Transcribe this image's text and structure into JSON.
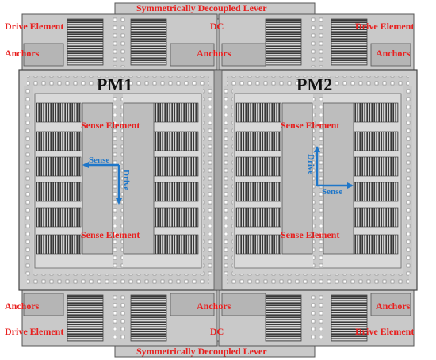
{
  "colors": {
    "label": "#e8201f",
    "arrow": "#1f77c9",
    "device": "#c9c9c9",
    "deviceDark": "#a6a6a6",
    "comb": "#3a3a3a",
    "outline": "#4a4a4a"
  },
  "labels": {
    "top_lever": "Symmetrically Decoupled Lever",
    "bottom_lever": "Symmetrically Decoupled Lever",
    "drive_tl": "Drive Element",
    "drive_tr": "Drive Element",
    "drive_bl": "Drive Element",
    "drive_br": "Drive Element",
    "dc_top": "DC",
    "dc_bottom": "DC",
    "anchors_tl": "Anchors",
    "anchors_tm": "Anchors",
    "anchors_tr": "Anchors",
    "anchors_bl": "Anchors",
    "anchors_bm": "Anchors",
    "anchors_br": "Anchors",
    "pm1": "PM1",
    "pm2": "PM2",
    "sense_l_top": "Sense Element",
    "sense_r_top": "Sense Element",
    "sense_l_bottom": "Sense Element",
    "sense_r_bottom": "Sense Element"
  },
  "arrows": {
    "pm1_sense": "Sense",
    "pm1_drive": "Drive",
    "pm2_sense": "Sense",
    "pm2_drive": "Drive"
  }
}
